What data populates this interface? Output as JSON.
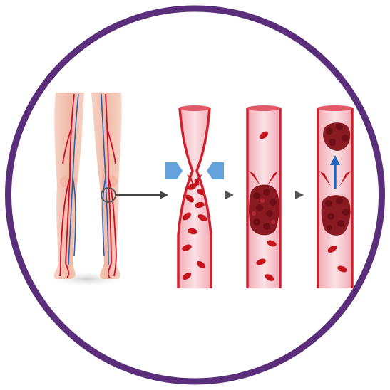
{
  "figure": {
    "frame_color": "#5a2e7a",
    "skin_color": "#f4c7b6",
    "artery_color": "#c8102e",
    "vein_color": "#2f5fa8",
    "vessel_wall_color": "#d0202e",
    "vessel_fill_color": "#f7c9cf",
    "blood_cell_color": "#c4141c",
    "clot_color": "#8a1a22",
    "compression_arrow_color": "#4a90d6",
    "flow_arrow_color": "#1f66b8",
    "pointer_color": "#444444",
    "stages": [
      {
        "name": "compression",
        "icon": "compression-arrows-icon"
      },
      {
        "name": "clot-formation",
        "icon": "clot-icon"
      },
      {
        "name": "embolus-detached",
        "icon": "up-arrow-icon"
      }
    ]
  }
}
